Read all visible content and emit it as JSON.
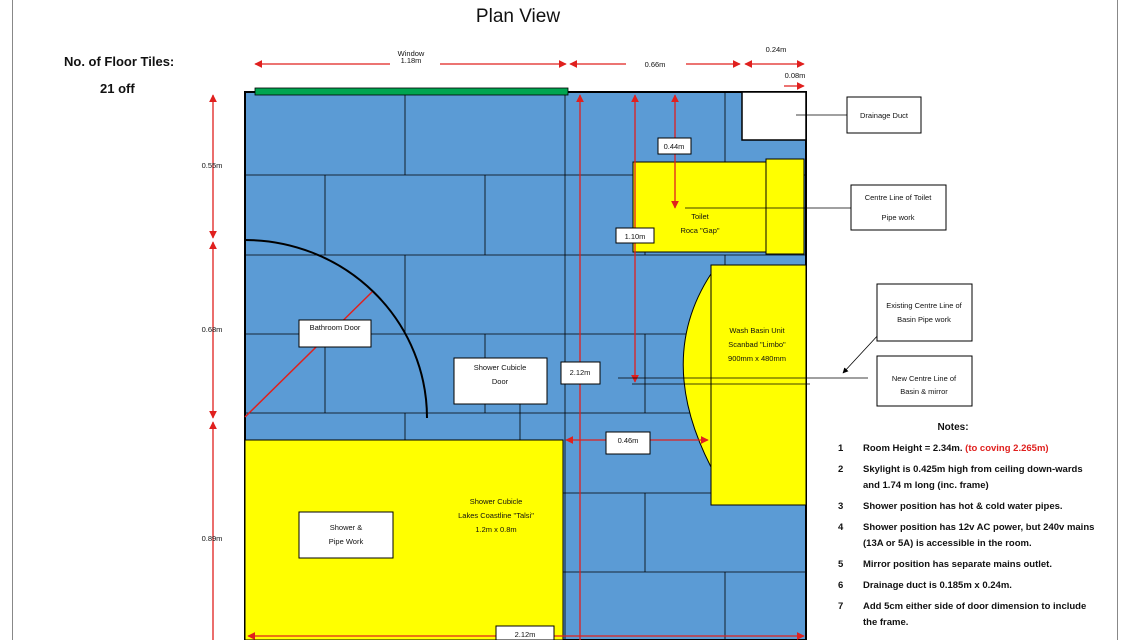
{
  "title": "Plan View",
  "tiles": {
    "label": "No. of Floor Tiles:",
    "value": "21 off"
  },
  "colors": {
    "tile": "#5b9bd5",
    "fixture": "#ffff00",
    "window": "#00a550",
    "dimension": "#e0201e",
    "outline": "#000000"
  },
  "dimensions": {
    "window": "Window",
    "window_len": "1.18m",
    "top_mid": "0.66m",
    "top_right": "0.24m",
    "top_far": "0.08m",
    "left_a": "0.55m",
    "left_b": "0.68m",
    "left_c": "0.89m",
    "toilet_gap": "0.44m",
    "toilet_depth": "1.10m",
    "center": "2.12m",
    "shower_gap": "0.46m",
    "bottom": "2.12m"
  },
  "labels": {
    "drainage": "Drainage  Duct",
    "toilet_line_1": "Centre Line of Toilet",
    "toilet_line_2": "Pipe work",
    "existing_1": "Existing Centre Line of",
    "existing_2": "Basin Pipe work",
    "new_1": "New Centre Line of",
    "new_2": "Basin & mirror",
    "bathroom_door": "Bathroom Door",
    "shower_door_1": "Shower Cubicle",
    "shower_door_2": "Door",
    "shower_pipe_1": "Shower &",
    "shower_pipe_2": "Pipe Work",
    "toilet_1": "Toilet",
    "toilet_2": "Roca \"Gap\"",
    "basin_1": "Wash Basin Unit",
    "basin_2": "Scanbad \"Limbo\"",
    "basin_3": "900mm x 480mm",
    "cubicle_1": "Shower Cubicle",
    "cubicle_2": "Lakes  Coastline \"Talsi\"",
    "cubicle_3": "1.2m x 0.8m"
  },
  "notes": {
    "heading": "Notes:",
    "items": [
      {
        "num": "1",
        "text": "Room Height = 2.34m. ",
        "highlight": "(to coving 2.265m)"
      },
      {
        "num": "2",
        "text": "Skylight is 0.425m high from ceiling down-wards and 1.74 m long (inc. frame)"
      },
      {
        "num": "3",
        "text": "Shower position has hot & cold water pipes."
      },
      {
        "num": "4",
        "text": "Shower position has 12v AC power, but 240v mains (13A or 5A) is accessible in the room."
      },
      {
        "num": "5",
        "text": "Mirror position has separate mains outlet."
      },
      {
        "num": "6",
        "text": "Drainage duct is 0.185m x 0.24m."
      },
      {
        "num": "7",
        "text": "Add 5cm either side of door dimension to include the frame."
      }
    ]
  }
}
